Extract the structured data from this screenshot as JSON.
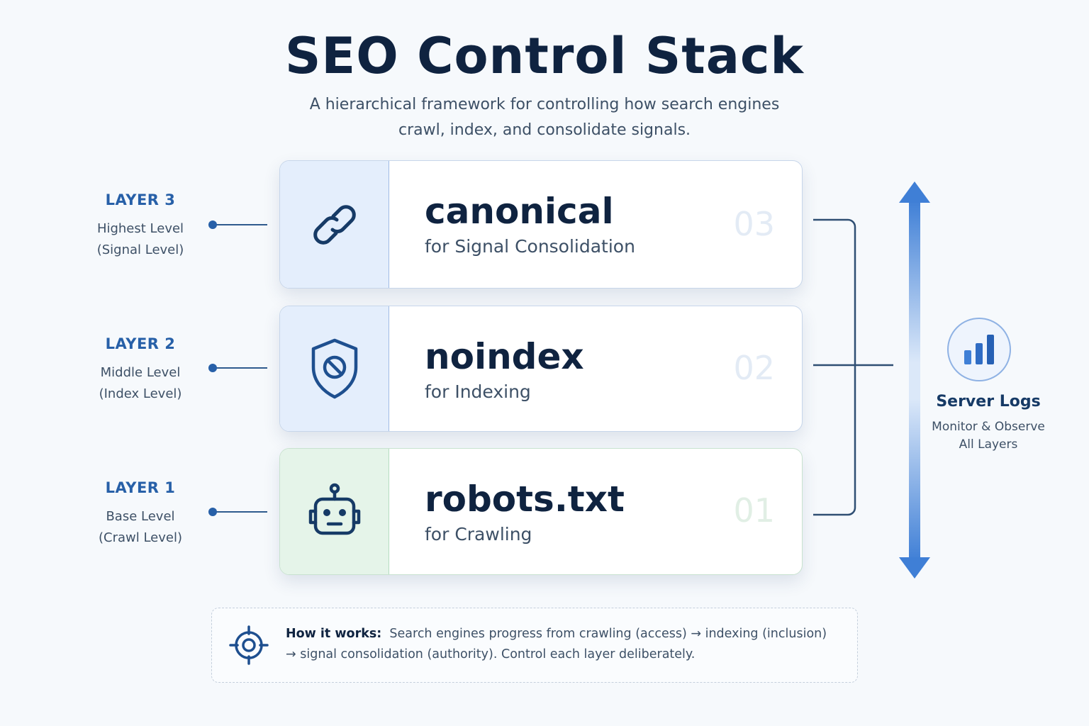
{
  "title": "SEO Control Stack",
  "subtitle": "A hierarchical framework for controlling how search engines crawl, index, and consolidate signals.",
  "layers": [
    {
      "layer_label": "LAYER 3",
      "level": "Highest Level",
      "sublevel": "(Signal Level)",
      "name": "canonical",
      "description": "for Signal Consolidation",
      "number": "03",
      "icon": "link-icon"
    },
    {
      "layer_label": "LAYER 2",
      "level": "Middle Level",
      "sublevel": "(Index Level)",
      "name": "noindex",
      "description": "for Indexing",
      "number": "02",
      "icon": "shield-block-icon"
    },
    {
      "layer_label": "LAYER 1",
      "level": "Base Level",
      "sublevel": "(Crawl Level)",
      "name": "robots.txt",
      "description": "for Crawling",
      "number": "01",
      "icon": "robot-icon"
    }
  ],
  "server_logs": {
    "title": "Server Logs",
    "subtitle_line1": "Monitor & Observe",
    "subtitle_line2": "All Layers",
    "icon": "bar-chart-icon"
  },
  "how_it_works": {
    "label": "How it works:",
    "text_line1": "Search engines progress from crawling (access) → indexing (inclusion)",
    "text_line2": "→ signal consolidation (authority).  Control each layer deliberately.",
    "icon": "target-icon"
  },
  "colors": {
    "primary": "#2760a8",
    "dark": "#0f2340",
    "card_blue_bg": "#e4eefc",
    "card_green_bg": "#e5f4e9"
  }
}
